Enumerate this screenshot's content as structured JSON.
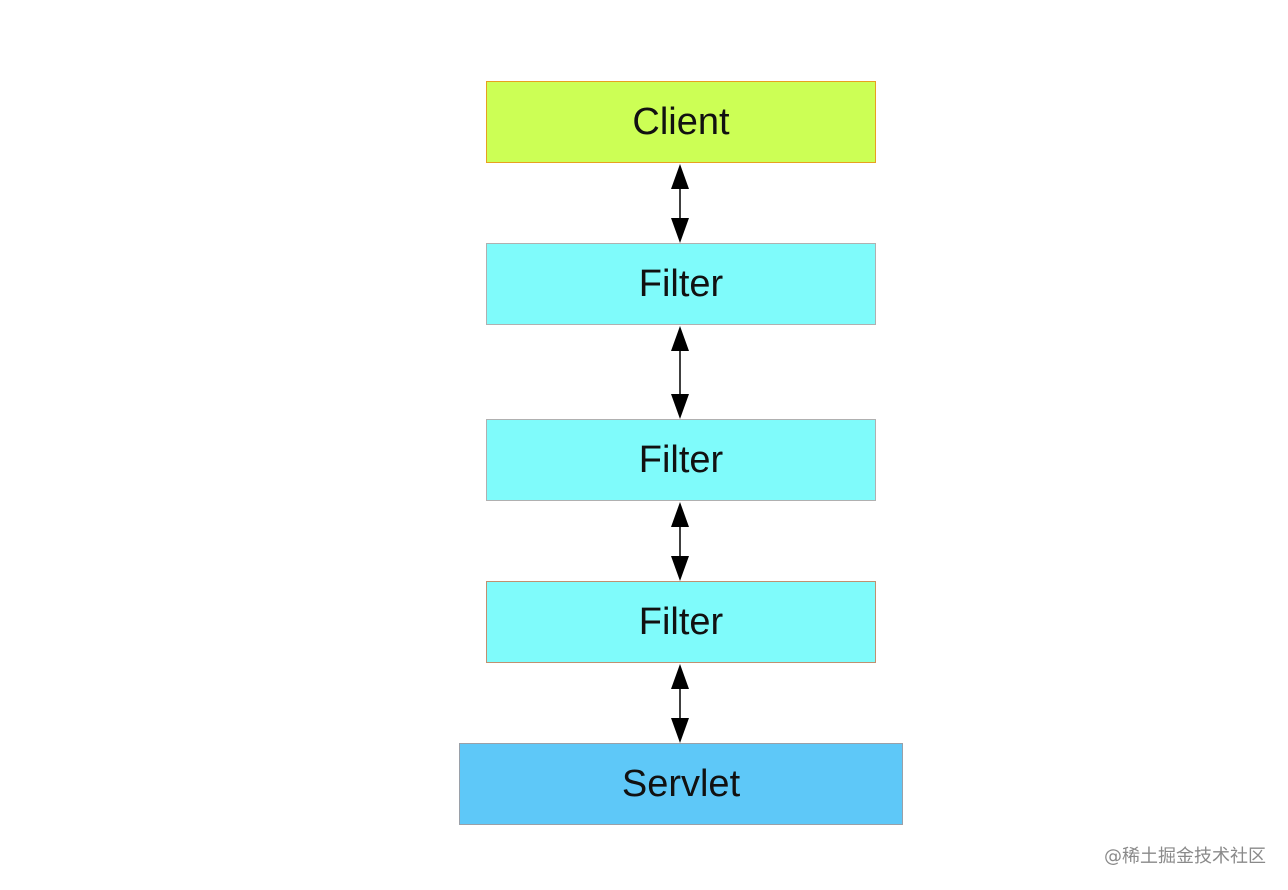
{
  "diagram": {
    "nodes": [
      {
        "id": "client",
        "label": "Client"
      },
      {
        "id": "filter-1",
        "label": "Filter"
      },
      {
        "id": "filter-2",
        "label": "Filter"
      },
      {
        "id": "filter-3",
        "label": "Filter"
      },
      {
        "id": "servlet",
        "label": "Servlet"
      }
    ],
    "edges": [
      {
        "from": "client",
        "to": "filter-1",
        "direction": "bidirectional"
      },
      {
        "from": "filter-1",
        "to": "filter-2",
        "direction": "bidirectional"
      },
      {
        "from": "filter-2",
        "to": "filter-3",
        "direction": "bidirectional"
      },
      {
        "from": "filter-3",
        "to": "servlet",
        "direction": "bidirectional"
      }
    ],
    "colors": {
      "client": "#ccff55",
      "filter": "#7ffbfb",
      "servlet": "#5ec8f8",
      "arrow": "#000000"
    }
  },
  "watermark": "@稀土掘金技术社区"
}
